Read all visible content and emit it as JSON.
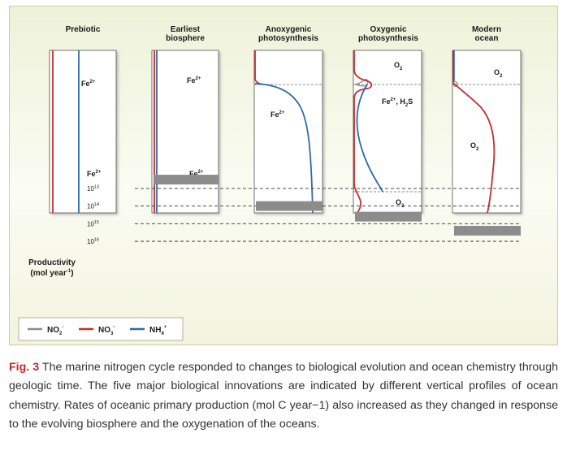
{
  "panels": [
    {
      "title_l1": "Prebiotic",
      "title_l2": "",
      "labels": [
        {
          "t": "Fe",
          "s": "2+"
        },
        {
          "t": "Fe",
          "s": "2+"
        }
      ]
    },
    {
      "title_l1": "Earliest",
      "title_l2": "biosphere",
      "labels": [
        {
          "t": "Fe",
          "s": "2+"
        },
        {
          "t": "Fe",
          "s": "2+"
        }
      ]
    },
    {
      "title_l1": "Anoxygenic",
      "title_l2": "photosynthesis",
      "labels": [
        {
          "t": "Fe",
          "s": "2+"
        }
      ]
    },
    {
      "title_l1": "Oxygenic",
      "title_l2": "photosynthesis",
      "labels": [
        {
          "t": "O",
          "s": "2"
        },
        {
          "t": "Fe",
          "s": "2+",
          "t2": ", H",
          "s2": "2",
          "t3": "S"
        },
        {
          "t": "O",
          "s": "2"
        }
      ]
    },
    {
      "title_l1": "Modern",
      "title_l2": "ocean",
      "labels": [
        {
          "t": "O",
          "s": "2"
        },
        {
          "t": "O",
          "s": "2"
        }
      ]
    }
  ],
  "productivity": {
    "label_l1": "Productivity",
    "label_l2": "(mol year",
    "label_sup": "-1",
    "label_end": ")",
    "ticks": [
      {
        "base": "10",
        "exp": "16"
      },
      {
        "base": "10",
        "exp": "15"
      },
      {
        "base": "10",
        "exp": "14"
      },
      {
        "base": "10",
        "exp": "13"
      }
    ],
    "bars": [
      {
        "panel": 1,
        "log_value": 12.5
      },
      {
        "panel": 2,
        "log_value": 14.0
      },
      {
        "panel": 3,
        "log_value": 14.6
      },
      {
        "panel": 4,
        "log_value": 15.4
      }
    ]
  },
  "legend": [
    {
      "base": "NO",
      "sub": "2",
      "sup": "-",
      "color": "#8c8c8c"
    },
    {
      "base": "NO",
      "sub": "3",
      "sup": "-",
      "color": "#c62d2f"
    },
    {
      "base": "NH",
      "sub": "4",
      "sup": "+",
      "color": "#2d6bab"
    }
  ],
  "caption": {
    "fig_label": "Fig. 3",
    "text": " The marine nitrogen cycle responded to changes to biological evolution and ocean chemistry through geologic time. The five major biological innovations are indicated by different vertical profiles of ocean chemistry. Rates of oceanic primary production (mol C year−1) also increased as they changed in response to the evolving biosphere and the oxygenation of the oceans."
  }
}
